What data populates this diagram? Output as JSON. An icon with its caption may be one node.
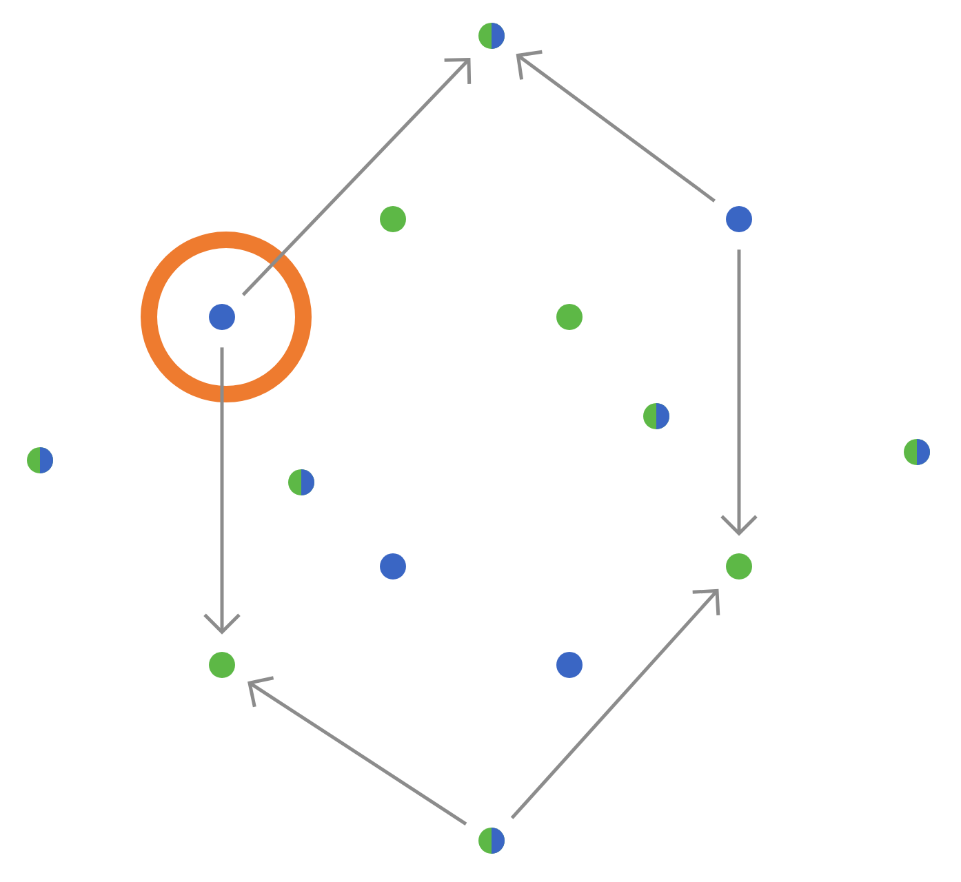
{
  "diagram": {
    "nodes": [
      {
        "text": [],
        "shape": "circle"
      },
      {
        "text": [],
        "shape": "circle"
      },
      {
        "text": [],
        "shape": "circle"
      },
      {
        "text": [],
        "shape": "circle"
      },
      {
        "text": [],
        "shape": "circle"
      },
      {
        "text": [],
        "shape": "circle"
      },
      {
        "text": [],
        "shape": "circle"
      },
      {
        "text": [],
        "shape": "circle"
      },
      {
        "text": [],
        "shape": "circle"
      },
      {
        "text": [],
        "shape": "circle"
      },
      {
        "text": [],
        "shape": "circle"
      },
      {
        "text": [],
        "shape": "circle"
      },
      {
        "text": [],
        "shape": "circle"
      },
      {
        "text": [],
        "shape": "circle"
      }
    ],
    "edges": [
      {
        "from": 3,
        "to": 0,
        "arrow": "to"
      },
      {
        "from": 1,
        "to": 0,
        "arrow": "to"
      },
      {
        "from": 1,
        "to": 10,
        "arrow": "to"
      },
      {
        "from": 3,
        "to": 11,
        "arrow": "to"
      },
      {
        "from": 13,
        "to": 11,
        "arrow": "to"
      },
      {
        "from": 13,
        "to": 10,
        "arrow": "to"
      }
    ]
  }
}
